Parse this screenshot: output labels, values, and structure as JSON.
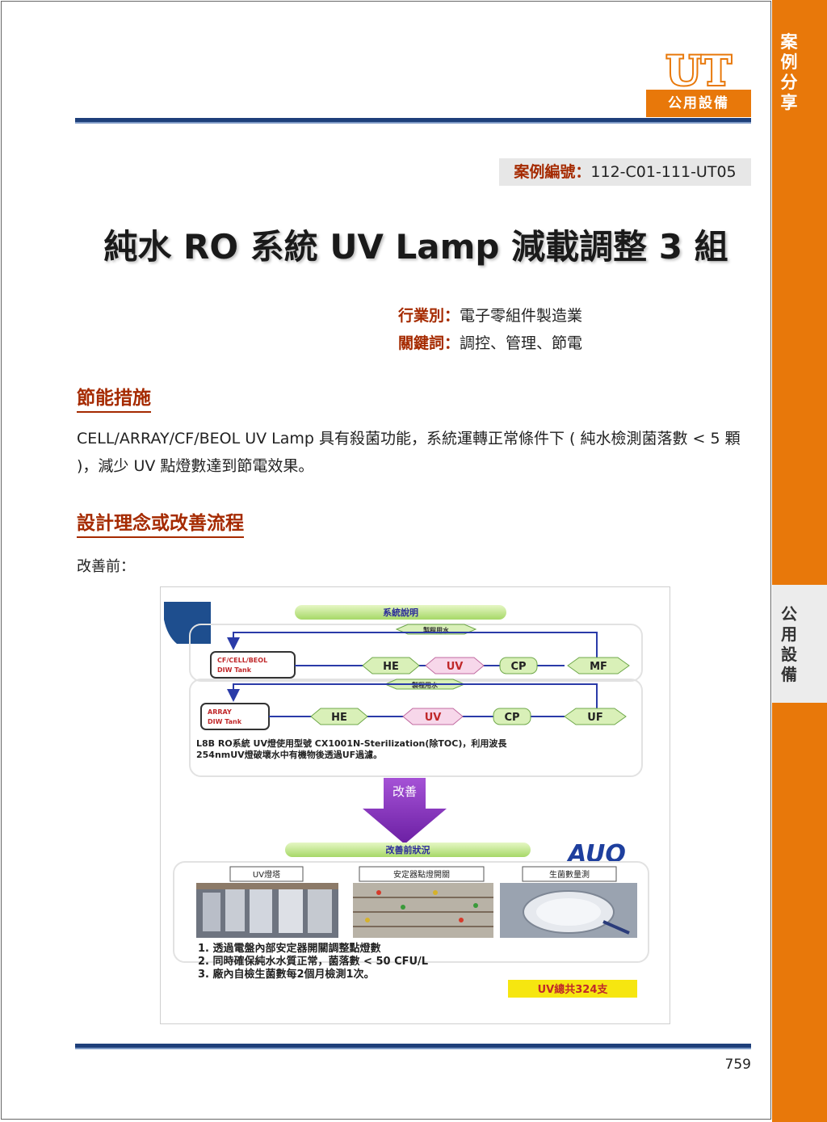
{
  "sidebar": {
    "section_top": "案例分享",
    "section_mid": "公用設備"
  },
  "header": {
    "logo_text": "UT",
    "logo_badge": "公用設備"
  },
  "case": {
    "label": "案例編號：",
    "value": "112-C01-111-UT05"
  },
  "title": "純水 RO 系統 UV Lamp 減載調整 3 組",
  "meta": {
    "industry_label": "行業別：",
    "industry_value": "電子零組件製造業",
    "keywords_label": "關鍵詞：",
    "keywords_value": "調控、管理、節電"
  },
  "sections": {
    "measure_heading": "節能措施",
    "measure_text": "CELL/ARRAY/CF/BEOL UV Lamp  具有殺菌功能，系統運轉正常條件下 ( 純水檢測菌落數 < 5 顆 )，減少 UV 點燈數達到節電效果。",
    "design_heading": "設計理念或改善流程",
    "before_label": "改善前："
  },
  "figure": {
    "banner_system": "系統說明",
    "process_water": "製程用水",
    "tank1": "CF/CELL/BEOL DIW Tank",
    "tank2": "ARRAY DIW Tank",
    "nodes_row1": [
      "HE",
      "UV",
      "CP",
      "MF"
    ],
    "nodes_row2": [
      "HE",
      "UV",
      "CP",
      "UF"
    ],
    "desc_line1": "L8B RO系統 UV燈使用型號 CX1001N-Sterilization(除TOC)，利用波長",
    "desc_line2": "254nmUV燈破壞水中有機物後透過UF過濾。",
    "arrow_label": "改善",
    "banner_status": "改善前狀況",
    "brand": "AUO",
    "photo_labels": [
      "UV燈塔",
      "安定器點燈開關",
      "生菌數量測"
    ],
    "steps": [
      "1.   透過電盤內部安定器開關調整點燈數",
      "2.   同時確保純水水質正常，菌落數 < 50 CFU/L",
      "3.   廠內自檢生菌數每2個月檢測1次。"
    ],
    "total_badge": "UV總共324支"
  },
  "page_number": "759",
  "colors": {
    "accent_orange": "#e8780a",
    "heading_red": "#a52a00",
    "rule_navy": "#1e3f7a"
  }
}
